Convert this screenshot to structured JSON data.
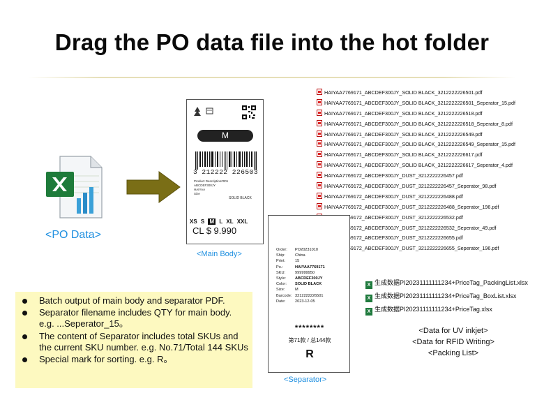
{
  "title": "Drag the PO data file into the hot folder",
  "po_label": "<PO Data>",
  "main_body": {
    "caption": "<Main Body>",
    "size": "M",
    "barcode_number": "3 212222 226503",
    "product_lines": [
      "Product Description#001",
      "ABCDEF300JY",
      "HAIYAA",
      "Size"
    ],
    "color": "SOLID BLACK",
    "sizes": [
      "XS",
      "S",
      "M",
      "L",
      "XL",
      "XXL"
    ],
    "selected_size": "M",
    "currency_code": "CL",
    "price": "$ 9.990"
  },
  "pdf_files": [
    "HAIYAA7769171_ABCDEF300JY_SOLID BLACK_3212222226501.pdf",
    "HAIYAA7769171_ABCDEF300JY_SOLID BLACK_3212222226501_Seperator_15.pdf",
    "HAIYAA7769171_ABCDEF300JY_SOLID BLACK_3212222226518.pdf",
    "HAIYAA7769171_ABCDEF300JY_SOLID BLACK_3212222226518_Seperator_8.pdf",
    "HAIYAA7769171_ABCDEF300JY_SOLID BLACK_3212222226549.pdf",
    "HAIYAA7769171_ABCDEF300JY_SOLID BLACK_3212222226549_Seperator_15.pdf",
    "HAIYAA7769171_ABCDEF300JY_SOLID BLACK_3212222226617.pdf",
    "HAIYAA7769171_ABCDEF300JY_SOLID BLACK_3212222226617_Seperator_4.pdf",
    "HAIYAA7769172_ABCDEF300JY_DUST_3212222226457.pdf",
    "HAIYAA7769172_ABCDEF300JY_DUST_3212222226457_Seperator_98.pdf",
    "HAIYAA7769172_ABCDEF300JY_DUST_3212222226488.pdf",
    "HAIYAA7769172_ABCDEF300JY_DUST_3212222226488_Seperator_196.pdf",
    "HAIYAA7769172_ABCDEF300JY_DUST_3212222226532.pdf",
    "HAIYAA7769172_ABCDEF300JY_DUST_3212222226532_Seperator_49.pdf",
    "HAIYAA7769172_ABCDEF300JY_DUST_3212222226655.pdf",
    "HAIYAA7769172_ABCDEF300JY_DUST_3212222226655_Seperator_196.pdf"
  ],
  "separator": {
    "caption": "<Separator>",
    "fields": [
      {
        "key": "Order:",
        "value": "PO20231010",
        "bold": false
      },
      {
        "key": "Ship:",
        "value": "China",
        "bold": false
      },
      {
        "key": "Print:",
        "value": "15",
        "bold": false
      },
      {
        "key": "Po.:",
        "value": "HAIYAA7769171",
        "bold": true
      },
      {
        "key": "SKU:",
        "value": "999999950",
        "bold": false
      },
      {
        "key": "Style:",
        "value": "ABCDEF300JY",
        "bold": true
      },
      {
        "key": "Color:",
        "value": "SOLID BLACK",
        "bold": true
      },
      {
        "key": "Size:",
        "value": "M",
        "bold": false
      },
      {
        "key": "Barcode:",
        "value": "3212222226501",
        "bold": false
      },
      {
        "key": "Date:",
        "value": "2023-12-05",
        "bold": false
      }
    ],
    "stars": "********",
    "count": "第71款 / 总144款",
    "mark": "R"
  },
  "xlsx_files": [
    "生成数据PI20231111111234+PriceTag_PackingList.xlsx",
    "生成数据PI20231111111234+PriceTag_BoxList.xlsx",
    "生成数据PI20231111111234+PriceTag.xlsx"
  ],
  "data_captions": [
    "<Data for UV inkjet>",
    "<Data for RFID Writing>",
    "<Packing List>"
  ],
  "notes": [
    "Batch output of main body and separator PDF.",
    "Separator filename includes QTY for main body. e.g. ...Seperator_15。",
    "The content of Separator includes total SKUs and the current SKU number. e.g. No.71/Total 144 SKUs",
    "Special mark for sorting. e.g.  R。"
  ]
}
